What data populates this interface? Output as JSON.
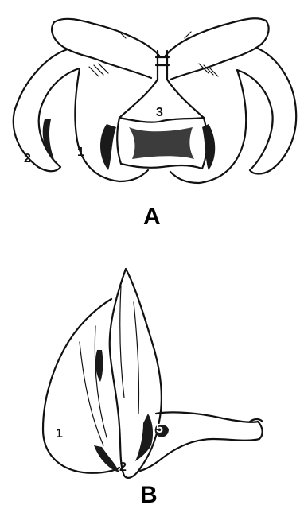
{
  "panel_a": {
    "label": "A",
    "callouts": [
      "1",
      "2",
      "3"
    ]
  },
  "panel_b": {
    "label": "B",
    "callouts": [
      "1",
      "2",
      "5"
    ]
  }
}
